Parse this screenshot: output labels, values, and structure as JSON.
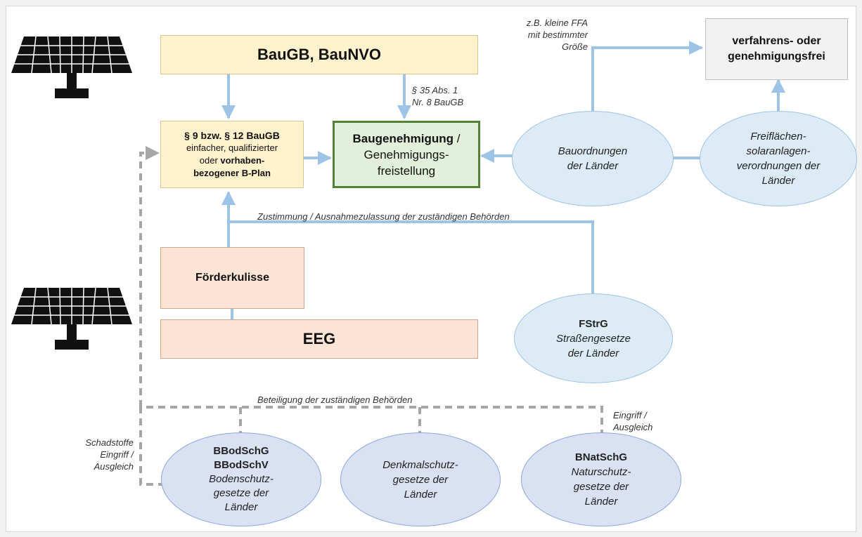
{
  "boxes": {
    "baugb": "BauGB, BauNVO",
    "bplan": {
      "line1": "§ 9 bzw. § 12 BauGB",
      "line2": "einfacher, qualifizierter",
      "line3_prefix": "oder ",
      "line3_bold": "vorhaben-",
      "line4": "bezogener B-Plan"
    },
    "baugenehmigung": {
      "bold": "Baugenehmigung",
      "suffix": " /",
      "line2": "Genehmigungs-",
      "line3": "freistellung"
    },
    "frei": {
      "line1": "verfahrens- oder",
      "line2": "genehmigungsfrei"
    },
    "foerder": "Förderkulisse",
    "eeg": "EEG"
  },
  "ellipses": {
    "bauordnungen": {
      "line1": "Bauordnungen",
      "line2": "der Länder"
    },
    "freiflaechen": {
      "line1": "Freiflächen-",
      "line2": "solaranlagen-",
      "line3": "verordnungen der",
      "line4": "Länder"
    },
    "fstrg": {
      "bold": "FStrG",
      "line2": "Straßengesetze",
      "line3": "der Länder"
    },
    "bbodschg": {
      "bold1": "BBodSchG",
      "bold2": "BBodSchV",
      "line3": "Bodenschutz-",
      "line4": "gesetze der",
      "line5": "Länder"
    },
    "denkmal": {
      "line1": "Denkmalschutz-",
      "line2": "gesetze der",
      "line3": "Länder"
    },
    "bnatschg": {
      "bold": "BNatSchG",
      "line2": "Naturschutz-",
      "line3": "gesetze der",
      "line4": "Länder"
    }
  },
  "labels": {
    "par35_line1": "§ 35 Abs. 1",
    "par35_line2": "Nr. 8 BauGB",
    "ffa_line1": "z.B. kleine FFA",
    "ffa_line2": "mit bestimmter",
    "ffa_line3": "Größe",
    "zustimmung": "Zustimmung / Ausnahmezulassung der zuständigen Behörden",
    "beteiligung": "Beteiligung der zuständigen Behörden",
    "eingriff_line1": "Eingriff /",
    "eingriff_line2": "Ausgleich",
    "schad_line1": "Schadstoffe",
    "schad_line2": "Eingriff /",
    "schad_line3": "Ausgleich"
  },
  "colors": {
    "arrow": "#9dc3e6",
    "dashed": "#a6a6a6",
    "yellow": "#fff2cc",
    "salmon": "#fbe3d6",
    "green_border": "#548235",
    "ellipse_blue": "#ddebf7",
    "ellipse_lavender": "#d9e1f2",
    "solar_panel": "#111111"
  },
  "icons": [
    "solar-panel-icon",
    "solar-panel-icon"
  ]
}
